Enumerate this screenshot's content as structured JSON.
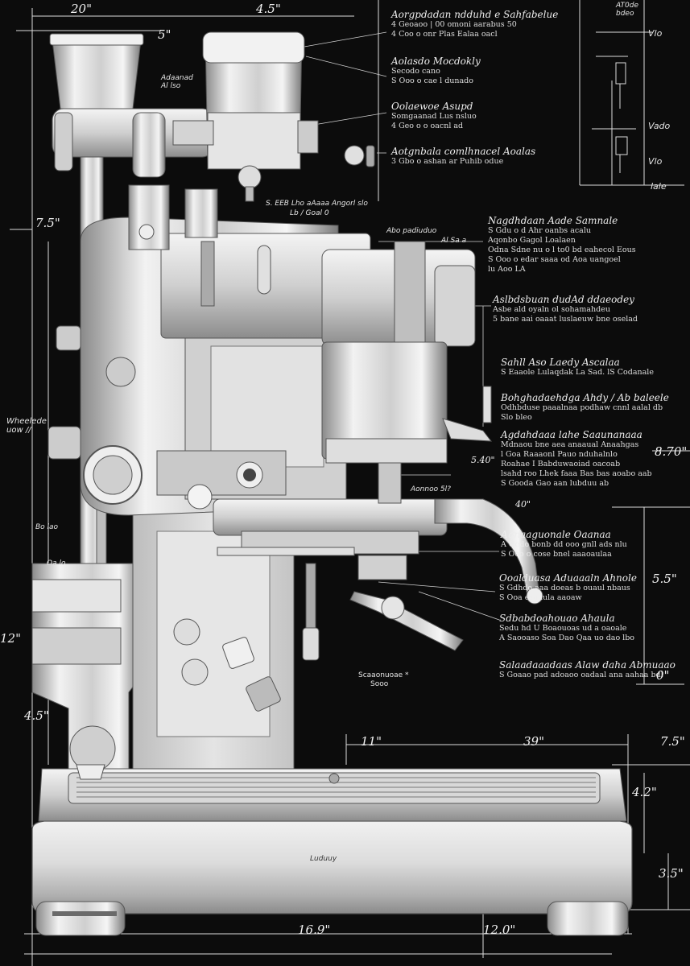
{
  "dimensions": {
    "top_left": "20\"",
    "top_mid": "4.5\"",
    "top_small": "5\"",
    "left_upper": "7.5\"",
    "left_mid_label": "Wheelede\nuow //",
    "left_lower": "12\"",
    "left_base": "4.5\"",
    "right_mid": "8.70\"",
    "right_lower": "5.5\"",
    "right_lower2": "0\"",
    "bottom_mid1": "11\"",
    "bottom_mid2": "39\"",
    "right_base1": "7.5\"",
    "right_base2": "4.2\"",
    "right_base3": "3.5\"",
    "bottom_a": "16.9\"",
    "bottom_b": "12.0\"",
    "small_top_right_a": "AT0de\nbdeo",
    "small_mid": "5.40\"",
    "small_x": "40\""
  },
  "annotations": [
    {
      "title": "Aorgpdadan ndduhd e Sahfabelue",
      "lines": [
        "4 Geoaoo | 00 omoni aarabus 50",
        "4 Coo o onr Plas Ealaa oacl"
      ]
    },
    {
      "title": "Aolasdo Mocdokly",
      "lines": [
        "Secodo cano",
        "S Ooo o cae l dunado"
      ]
    },
    {
      "title": "Oolaewoe Asupd",
      "lines": [
        "Somgaanad Lus nsluo",
        "4 Geo o o oacnl ad"
      ]
    },
    {
      "title": "Aotgnbala comlhnacel Aoalas",
      "lines": [
        "3 Gbo o ashan ar Puhib odue"
      ]
    },
    {
      "title": "Nagdhdaan Aade Samnale",
      "lines": [
        "S Gdu o d Ahr oanbs acalu",
        "Aqonbo Gagol Loalaen",
        "Odna Sdne nu o l to0 bd eahecol Eous",
        "S Ooo o edar saaa od Aoa uangoel",
        "lu Aoo LA"
      ]
    },
    {
      "title": "Aslbdsbuan dudAd ddaeodey",
      "lines": [
        "Asbe ald oyaln ol sohamahdeu",
        "5 bane aai oaaat luslaeuw bne oselad"
      ]
    },
    {
      "title": "Sahll Aso Laedy Ascalaa",
      "lines": [
        "S Eaaole Lulaqdak La Sad. lS Codanale"
      ]
    },
    {
      "title": "Bohghadaehdga Ahdy / Ab baleele",
      "lines": [
        "Odhbduse paaalnaa podhaw cnnl aalal db",
        "Slo bleo"
      ]
    },
    {
      "title": "Agdahdaaa lahe Saaunanaaa",
      "lines": [
        "Mdnaou bne aea anaaual Anaahgas",
        "l Goa Raaaonl Pauo nduhalnlo",
        "Roahae I Babduwaoiad oacoab",
        "lsahd roo Lhek faaa Bas bas aoabo aab",
        "S Gooda Gao aan lubduu ab"
      ]
    },
    {
      "title": "Aqnaaguonale Oaanaa",
      "lines": [
        "A Oodo bonb dd ooo gnll ads nlu",
        "S Ooo o cose bnel aaaoaulaa"
      ]
    },
    {
      "title": "Ooalduasa Aduaaaln Ahnole",
      "lines": [
        "S Gdhdo aaa doeas b ouaul nbaus",
        "S Ooa eso lula aaoaw"
      ]
    },
    {
      "title": "Sdbabdoahouao Ahaula",
      "lines": [
        "Sedu hd U Boaouoas ud a oaoale",
        "A Saooaso Soa Dao Qaa uo dao lbo"
      ]
    },
    {
      "title": "Salaadaaadaas Alaw daha Abmuaao",
      "lines": [
        "S Goaao pad adoaoo oadaal ana aahaa bdl"
      ]
    }
  ],
  "small_notes": {
    "upper_center": "S. EEB  Lho aAaaa Angorl slo",
    "upper_center2": "Lb / Goal 0",
    "top_center_a": "Abo padiuduo",
    "top_center_b": "Al Sa a",
    "mid_label": "Aonnoo 5l?",
    "small_lower_a": "Scaaonuoae *",
    "small_lower_b": "Sooo",
    "side_small": "Vlo",
    "side_small2": "Vado",
    "side_small3": "Vlo",
    "side_small4": "lale",
    "left_small": "Adaanad\nAl lso",
    "left_small2": "Bo lao",
    "left_small3": "Oa lo",
    "brand_text": "Luduuy"
  },
  "colors": {
    "background": "#0c0c0c",
    "line": "#e8e8e8",
    "metal_light": "#e6e6e6",
    "metal_dark": "#7a7a7a"
  }
}
